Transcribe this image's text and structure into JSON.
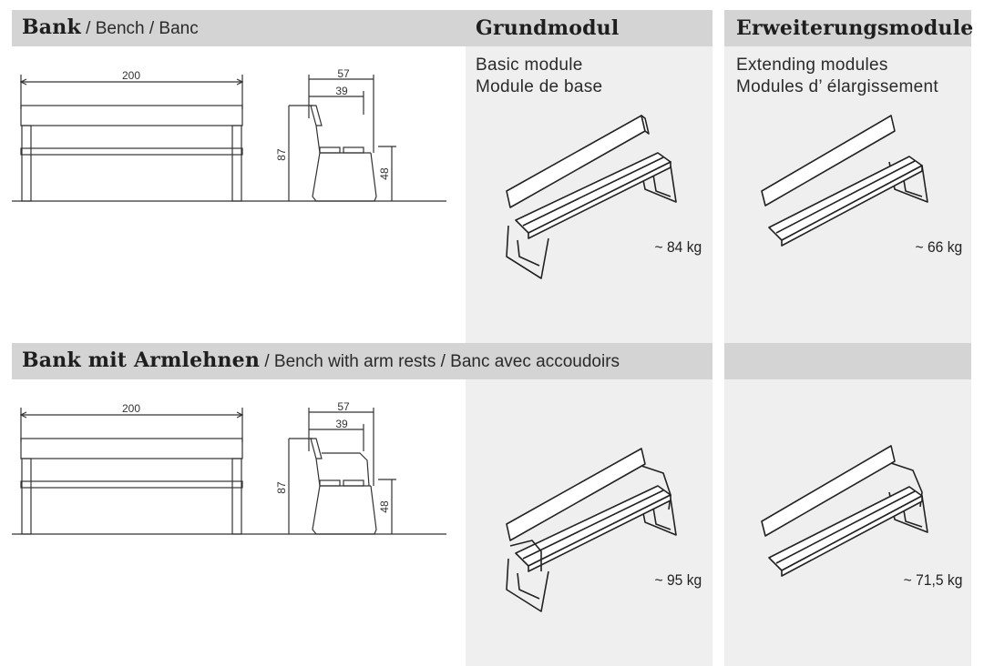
{
  "section1": {
    "title": "Bank",
    "subtitle": " / Bench / Banc",
    "front_width": "200",
    "depth": "57",
    "seat_depth": "39",
    "height": "87",
    "seat_height": "48"
  },
  "section2": {
    "title": "Bank mit Armlehnen",
    "subtitle": " / Bench with arm rests / Banc avec accoudoirs",
    "front_width": "200",
    "depth": "57",
    "seat_depth": "39",
    "height": "87",
    "seat_height": "48"
  },
  "basic_module": {
    "title": "Grundmodul",
    "line1": "Basic module",
    "line2": "Module de base",
    "weight_bench": "~ 84 kg",
    "weight_arm": "~ 95 kg"
  },
  "extending_modules": {
    "title": "Erweiterungsmodule",
    "line1": "Extending modules",
    "line2": "Modules d’ élargissement",
    "weight_bench": "~ 66 kg",
    "weight_arm": "~ 71,5 kg"
  },
  "colors": {
    "header_band": "#d4d4d4",
    "column_bg": "#efefef",
    "line": "#333333"
  }
}
